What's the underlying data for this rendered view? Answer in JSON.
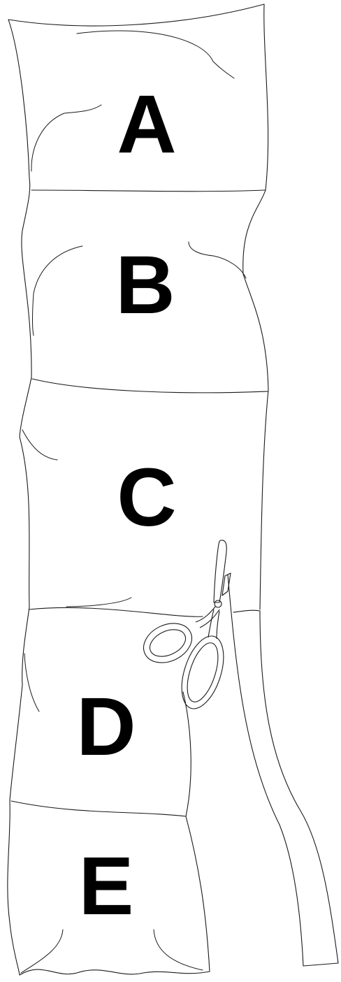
{
  "figure": {
    "sections": [
      {
        "id": "A",
        "label": "A"
      },
      {
        "id": "B",
        "label": "B"
      },
      {
        "id": "C",
        "label": "C"
      },
      {
        "id": "D",
        "label": "D"
      },
      {
        "id": "E",
        "label": "E"
      }
    ],
    "tool_icon": "scissors-icon"
  }
}
